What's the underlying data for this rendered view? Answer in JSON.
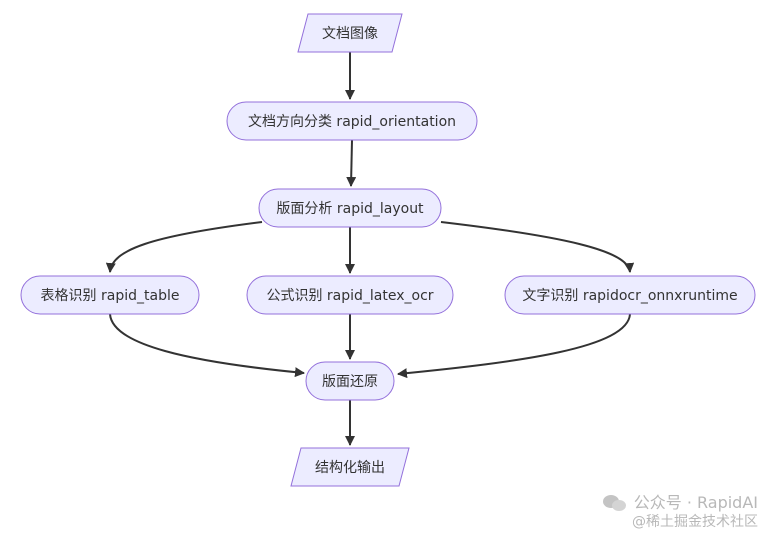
{
  "diagram": {
    "nodes": [
      {
        "id": "doc_image",
        "label": "文档图像",
        "shape": "parallelogram"
      },
      {
        "id": "orientation",
        "label": "文档方向分类 rapid_orientation",
        "shape": "stadium"
      },
      {
        "id": "layout",
        "label": "版面分析 rapid_layout",
        "shape": "stadium"
      },
      {
        "id": "table",
        "label": "表格识别 rapid_table",
        "shape": "stadium"
      },
      {
        "id": "latex",
        "label": "公式识别 rapid_latex_ocr",
        "shape": "stadium"
      },
      {
        "id": "ocr",
        "label": "文字识别 rapidocr_onnxruntime",
        "shape": "stadium"
      },
      {
        "id": "restore",
        "label": "版面还原",
        "shape": "stadium"
      },
      {
        "id": "output",
        "label": "结构化输出",
        "shape": "parallelogram"
      }
    ],
    "edges": [
      {
        "from": "doc_image",
        "to": "orientation"
      },
      {
        "from": "orientation",
        "to": "layout"
      },
      {
        "from": "layout",
        "to": "table"
      },
      {
        "from": "layout",
        "to": "latex"
      },
      {
        "from": "layout",
        "to": "ocr"
      },
      {
        "from": "table",
        "to": "restore"
      },
      {
        "from": "latex",
        "to": "restore"
      },
      {
        "from": "ocr",
        "to": "restore"
      },
      {
        "from": "restore",
        "to": "output"
      }
    ],
    "colors": {
      "node_fill": "#ececff",
      "node_stroke": "#9370db",
      "edge": "#333333",
      "text": "#333333"
    }
  },
  "watermark": {
    "line1": "公众号 · RapidAI",
    "line2": "@稀土掘金技术社区",
    "icon": "wechat-icon"
  }
}
